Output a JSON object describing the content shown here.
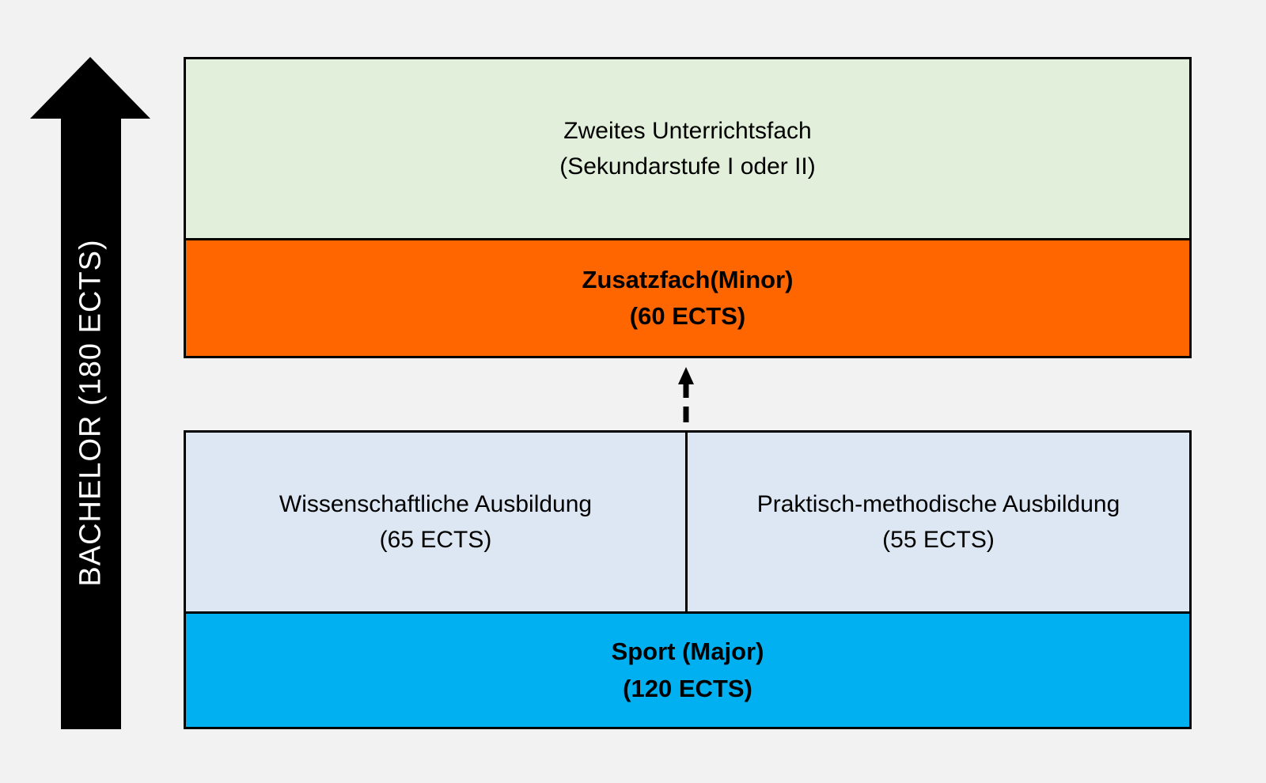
{
  "diagram": {
    "title_semantic": "Bachelor study program structure",
    "arrow_label": "BACHELOR (180 ECTS)",
    "top_box": {
      "line1": "Zweites Unterrichtsfach",
      "line2": "(Sekundarstufe I oder II)"
    },
    "minor_box": {
      "line1": "Zusatzfach(Minor)",
      "line2": "(60 ECTS)"
    },
    "left_box": {
      "line1": "Wissenschaftliche Ausbildung",
      "line2": "(65 ECTS)"
    },
    "right_box": {
      "line1": "Praktisch-methodische Ausbildung",
      "line2": "(55 ECTS)"
    },
    "major_box": {
      "line1": "Sport (Major)",
      "line2": "(120 ECTS)"
    }
  },
  "colors": {
    "background": "#f2f2f2",
    "border": "#000000",
    "bachelor_arrow": "#000000",
    "bachelor_arrow_text": "#ffffff",
    "top_box_bg": "#e2efda",
    "minor_box_bg": "#ff6600",
    "ausbildung_box_bg": "#dce7f3",
    "major_box_bg": "#00b0f0",
    "box_text": "#000000"
  },
  "icons": {
    "bachelor_arrow": "up-arrow",
    "connector": "dashed-up-arrow"
  }
}
